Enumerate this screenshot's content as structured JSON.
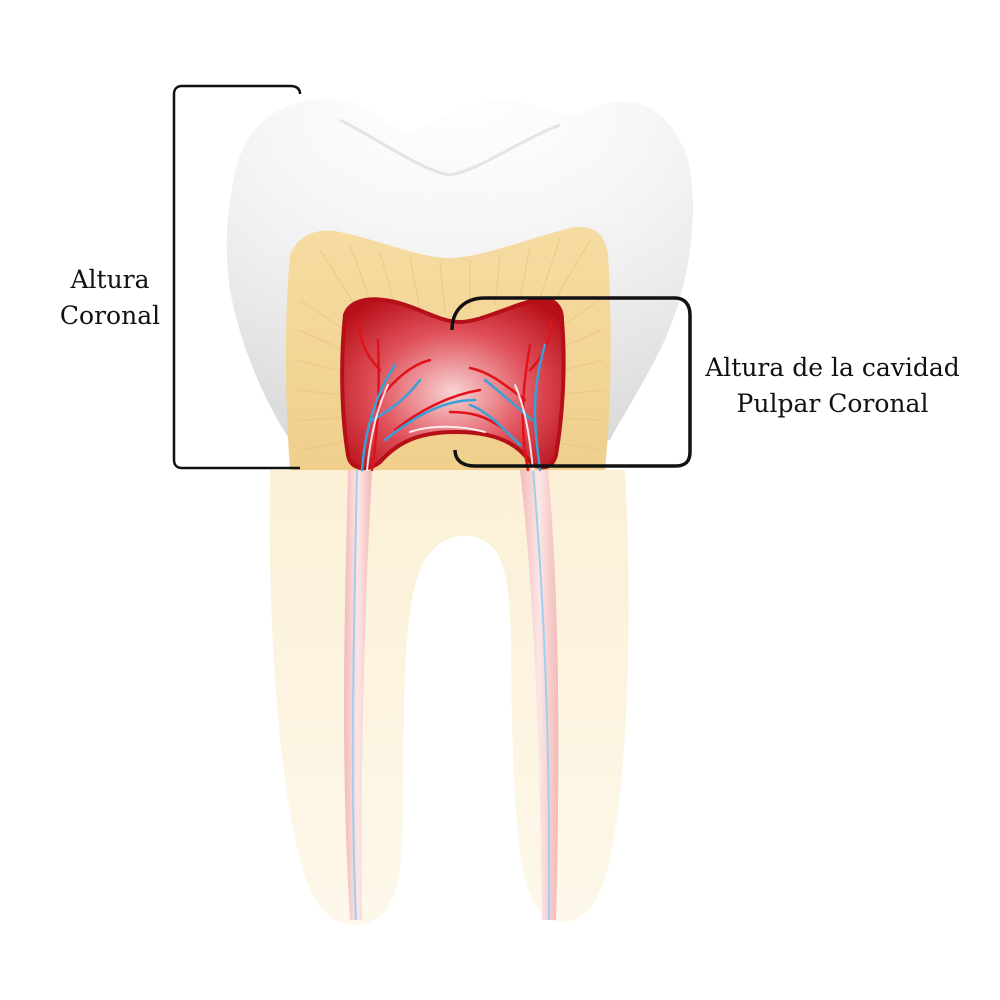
{
  "labels": {
    "coronal_height": [
      "Altura",
      "Coronal"
    ],
    "pulp_chamber_height": [
      "Altura de la cavidad",
      "Pulpar Coronal"
    ]
  },
  "colors": {
    "enamel": "#f4f4f4",
    "dentin": "#f3d9a0",
    "pulp": "#c8121a",
    "artery": "#e0121a",
    "vein": "#3aa0d8",
    "bracket": "#111111"
  }
}
